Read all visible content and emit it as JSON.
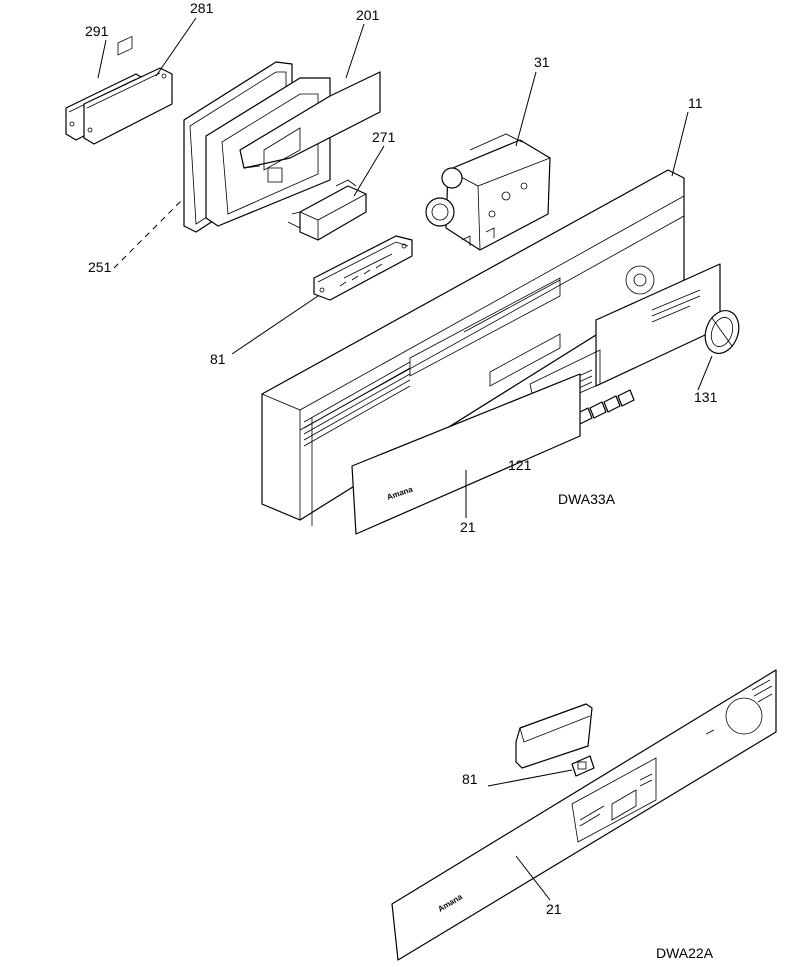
{
  "diagrams": [
    {
      "model": "DWA33A",
      "callouts": [
        "291",
        "281",
        "201",
        "31",
        "11",
        "271",
        "251",
        "81",
        "131",
        "121",
        "21"
      ]
    },
    {
      "model": "DWA22A",
      "callouts": [
        "81",
        "21"
      ]
    }
  ],
  "brand_mark": "Amana"
}
